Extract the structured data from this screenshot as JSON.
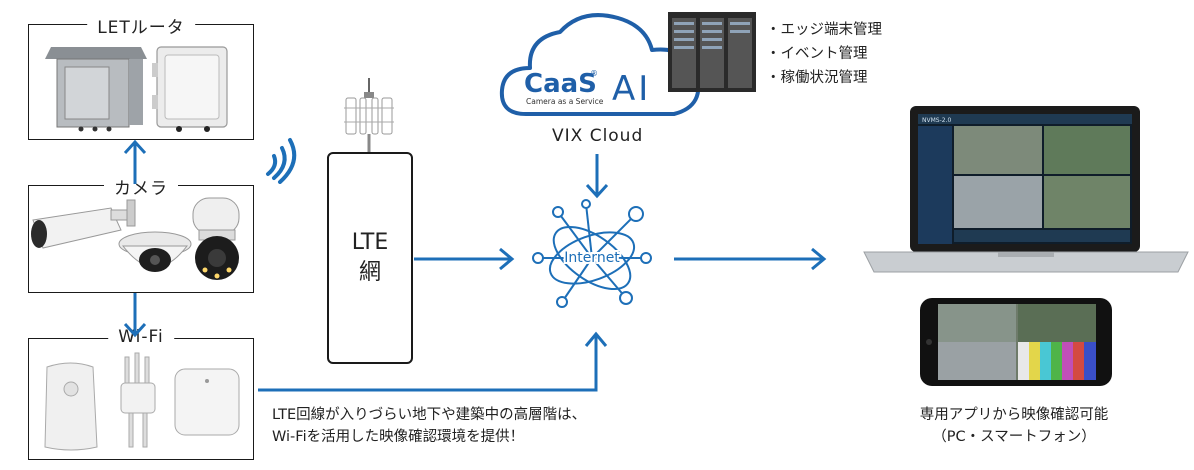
{
  "panels": {
    "router": {
      "title": "LETルータ"
    },
    "camera": {
      "title": "カメラ"
    },
    "wifi": {
      "title": "Wi-Fi"
    }
  },
  "lte_network": {
    "line1": "LTE",
    "line2": "網"
  },
  "cloud": {
    "logo_caas": "CaaS",
    "logo_sup": "®",
    "logo_tagline": "Camera as a Service",
    "logo_ai": "AI",
    "label": "VIX Cloud"
  },
  "server_features": [
    "・エッジ端末管理",
    "・イベント管理",
    "・稼働状況管理"
  ],
  "internet_label": "Internet",
  "wifi_caption": {
    "line1": "LTE回線が入りづらい地下や建築中の高層階は、",
    "line2": "Wi-Fiを活用した映像確認環境を提供！"
  },
  "device_caption": {
    "line1": "専用アプリから映像確認可能",
    "line2": "（PC・スマートフォン）"
  },
  "laptop_app_title": "NVMS-2.0",
  "colors": {
    "arrow_blue": "#1d6fb8",
    "cloud_blue": "#1f5fa8",
    "internet_blue": "#1d6fb8"
  }
}
